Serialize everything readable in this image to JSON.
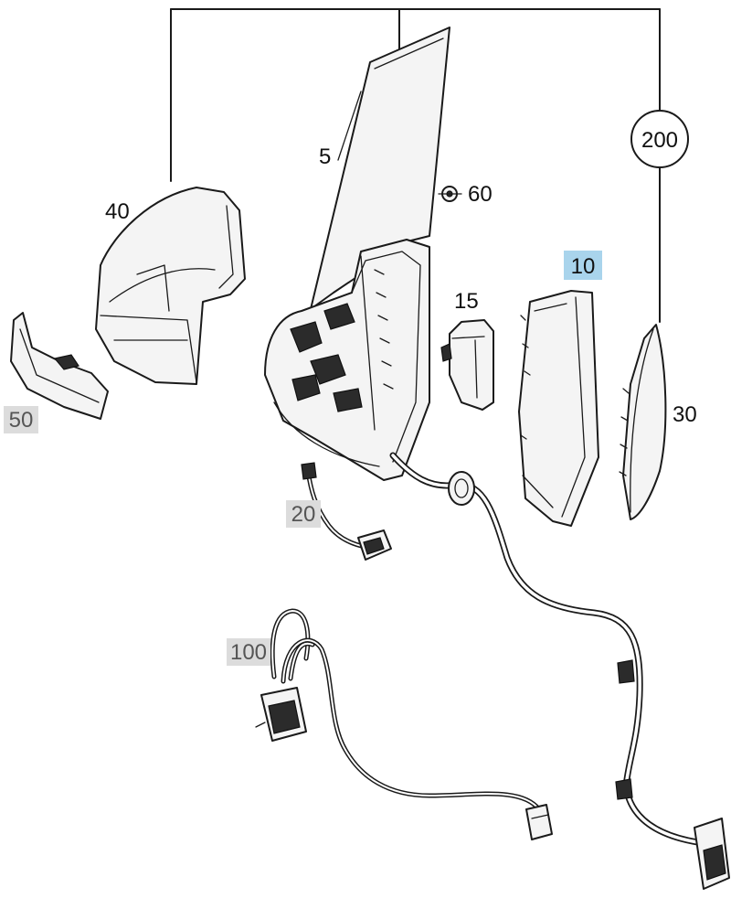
{
  "callouts": {
    "p5": "5",
    "p10": "10",
    "p15": "15",
    "p20": "20",
    "p30": "30",
    "p40": "40",
    "p50": "50",
    "p60": "60",
    "p100": "100",
    "p200": "200"
  },
  "colors": {
    "line": "#1a1a1a",
    "highlight": "#a9d4ec",
    "gray_box": "#dcdcdc"
  }
}
